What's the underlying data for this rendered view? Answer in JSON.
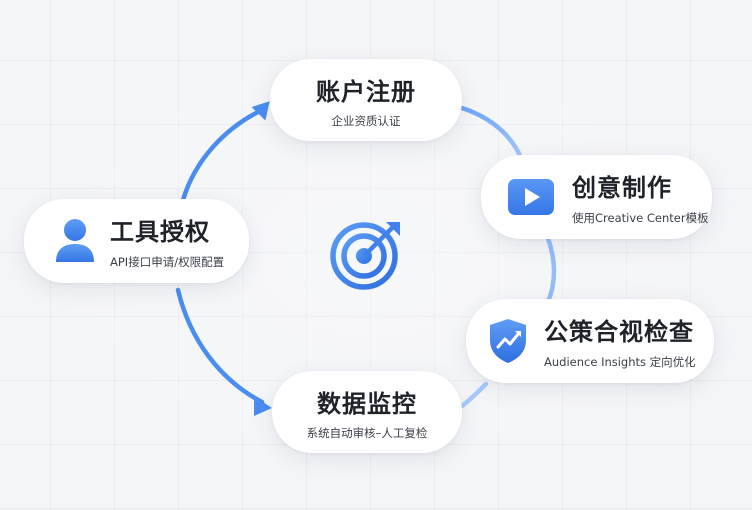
{
  "steps": {
    "register": {
      "title": "账户注册",
      "subtitle": "企业资质认证"
    },
    "creative": {
      "title": "创意制作",
      "subtitle": "使用Creative Center模板"
    },
    "compliance": {
      "title": "公策合视检查",
      "subtitle": "Audience Insights 定向优化"
    },
    "monitor": {
      "title": "数据监控",
      "subtitle": "系统自动审核–人工复检"
    },
    "tools": {
      "title": "工具授权",
      "subtitle": "API接口申请/权限配置"
    }
  },
  "icons": {
    "tools": "user-icon",
    "creative": "play-icon",
    "compliance": "shield-trend-icon",
    "center": "target-icon"
  },
  "colors": {
    "accent": "#4a8cf0",
    "accent_light": "#7fb0f7",
    "text": "#1f2329",
    "subtext": "#3a3f47"
  }
}
